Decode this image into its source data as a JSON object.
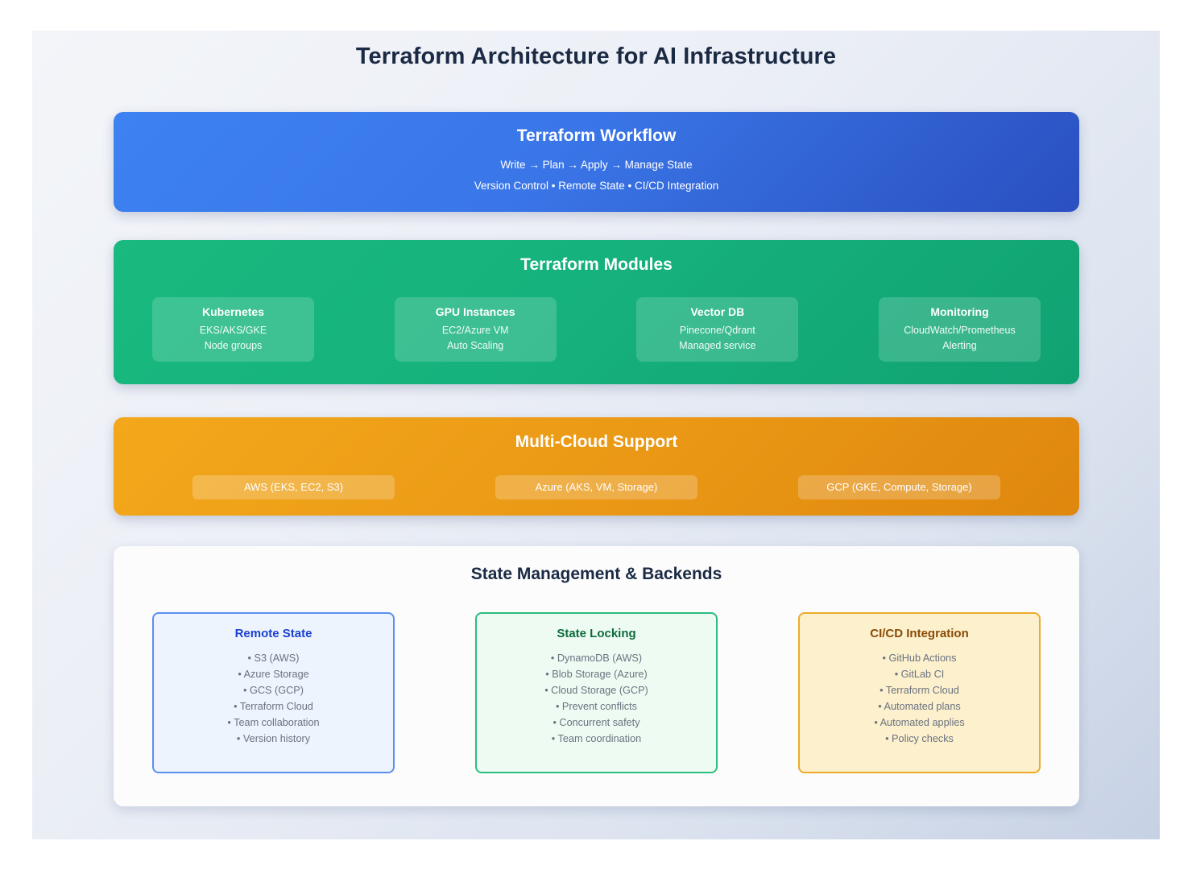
{
  "page": {
    "title": "Terraform Architecture for AI Infrastructure"
  },
  "workflow": {
    "title": "Terraform Workflow",
    "flow": "Write → Plan → Apply → Manage State",
    "features": "Version Control • Remote State • CI/CD Integration",
    "color": "#3d82f2"
  },
  "modules": {
    "title": "Terraform Modules",
    "color": "#16b27d",
    "cards": [
      {
        "name": "Kubernetes",
        "line1": "EKS/AKS/GKE",
        "line2": "Node groups"
      },
      {
        "name": "GPU Instances",
        "line1": "EC2/Azure VM",
        "line2": "Auto Scaling"
      },
      {
        "name": "Vector DB",
        "line1": "Pinecone/Qdrant",
        "line2": "Managed service"
      },
      {
        "name": "Monitoring",
        "line1": "CloudWatch/Prometheus",
        "line2": "Alerting"
      }
    ]
  },
  "clouds": {
    "title": "Multi-Cloud Support",
    "color": "#eb9a16",
    "pills": [
      {
        "label": "AWS (EKS, EC2, S3)"
      },
      {
        "label": "Azure (AKS, VM, Storage)"
      },
      {
        "label": "GCP (GKE, Compute, Storage)"
      }
    ]
  },
  "state_management": {
    "title": "State Management & Backends",
    "cards": [
      {
        "title": "Remote State",
        "accent": "#5b8ef0",
        "items": [
          "• S3 (AWS)",
          "• Azure Storage",
          "• GCS (GCP)",
          "• Terraform Cloud",
          "• Team collaboration",
          "• Version history"
        ]
      },
      {
        "title": "State Locking",
        "accent": "#2bbd7e",
        "items": [
          "• DynamoDB (AWS)",
          "• Blob Storage (Azure)",
          "• Cloud Storage (GCP)",
          "• Prevent conflicts",
          "• Concurrent safety",
          "• Team coordination"
        ]
      },
      {
        "title": "CI/CD Integration",
        "accent": "#edab29",
        "items": [
          "• GitHub Actions",
          "• GitLab CI",
          "• Terraform Cloud",
          "• Automated plans",
          "• Automated applies",
          "• Policy checks"
        ]
      }
    ]
  }
}
